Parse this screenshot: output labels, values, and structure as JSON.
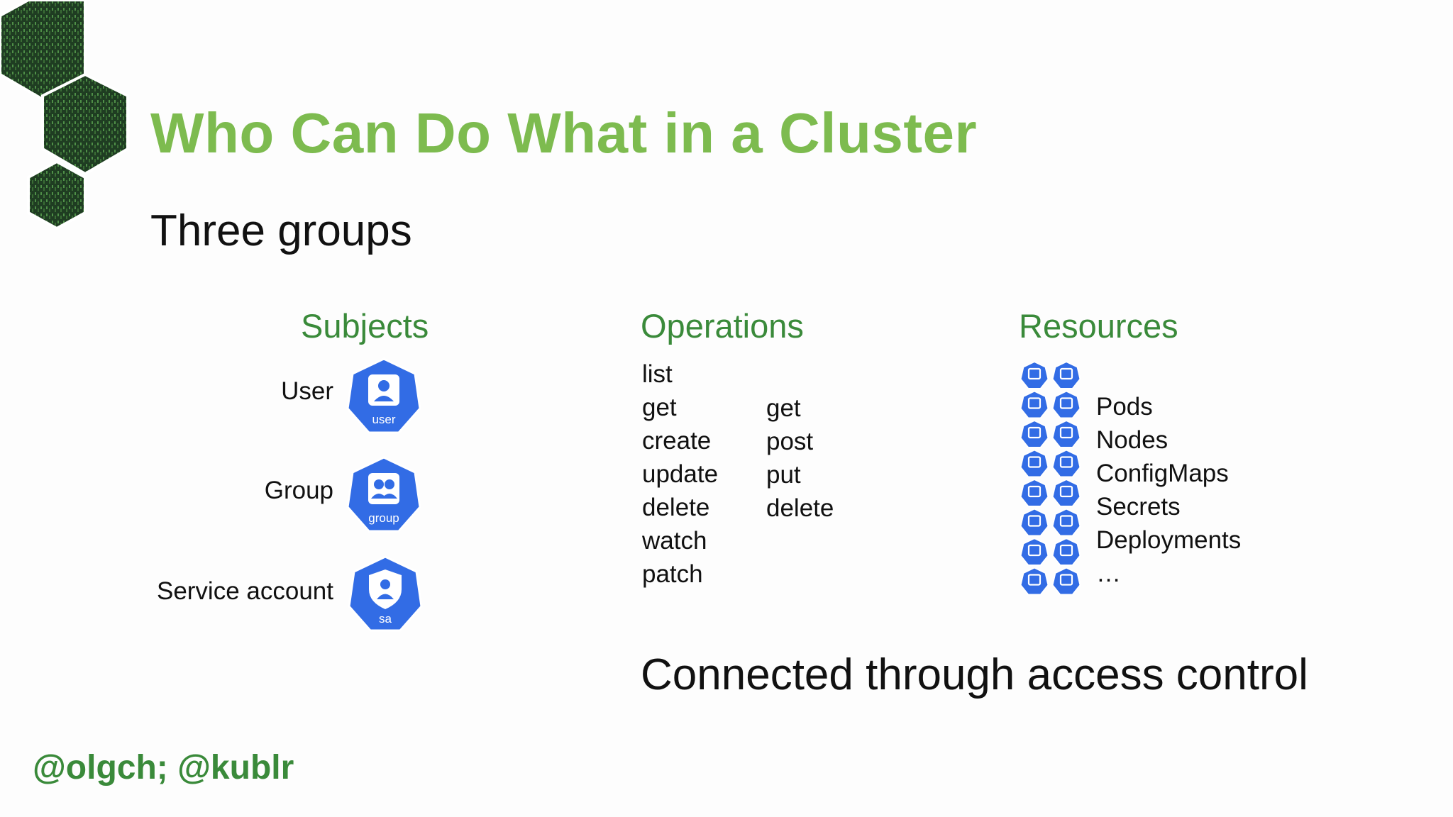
{
  "slide": {
    "title": "Who Can Do What in a Cluster",
    "subtitle": "Three groups",
    "tagline": "Connected through access control",
    "footer": "@olgch; @kublr"
  },
  "columns": {
    "subjects": {
      "heading": "Subjects",
      "items": [
        {
          "label": "User",
          "icon": "user-icon",
          "icon_caption": "user"
        },
        {
          "label": "Group",
          "icon": "group-icon",
          "icon_caption": "group"
        },
        {
          "label": "Service account",
          "icon": "service-account-icon",
          "icon_caption": "sa"
        }
      ]
    },
    "operations": {
      "heading": "Operations",
      "left": [
        "list",
        "get",
        "create",
        "update",
        "delete",
        "watch",
        "patch"
      ],
      "right": [
        "get",
        "post",
        "put",
        "delete"
      ]
    },
    "resources": {
      "heading": "Resources",
      "items": [
        "Pods",
        "Nodes",
        "ConfigMaps",
        "Secrets",
        "Deployments",
        "…"
      ],
      "icon_names": [
        "ns-icon",
        "ing-icon",
        "pod-icon",
        "svc-icon",
        "rs-icon",
        "ep-icon",
        "deploy-icon",
        "cm-icon",
        "ds-icon",
        "secret-icon",
        "sts-icon",
        "pv-icon",
        "job-icon",
        "pvc-icon",
        "cronjob-icon",
        "sc-icon"
      ]
    }
  },
  "colors": {
    "title": "#7dbb4f",
    "heading": "#3a8a3a",
    "k8s_blue": "#326ce5"
  }
}
